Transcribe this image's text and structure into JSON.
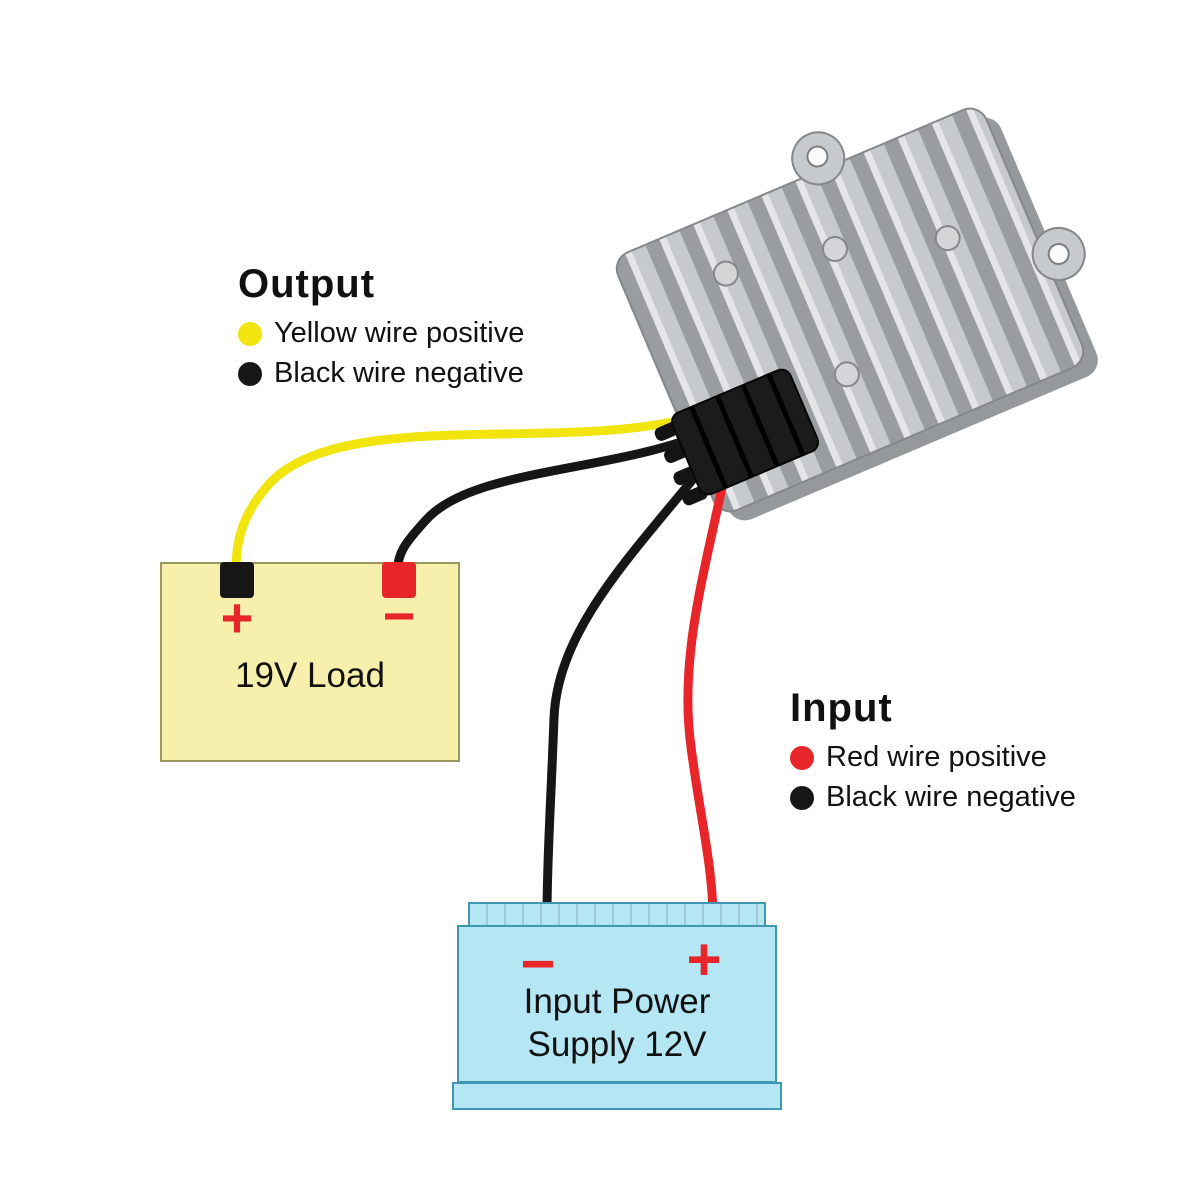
{
  "colors": {
    "yellow_wire": "#f2e50e",
    "black_wire": "#161616",
    "red_wire": "#e8262a",
    "symbol_red": "#e8262a",
    "load_box_bg": "#f6f0ac",
    "supply_box_bg": "#b4e6f4"
  },
  "output_legend": {
    "title": "Output",
    "items": [
      {
        "label": "Yellow wire positive",
        "dot_color": "#f2e50e"
      },
      {
        "label": "Black wire negative",
        "dot_color": "#161616"
      }
    ]
  },
  "input_legend": {
    "title": "Input",
    "items": [
      {
        "label": "Red wire positive",
        "dot_color": "#e8262a"
      },
      {
        "label": "Black wire negative",
        "dot_color": "#161616"
      }
    ]
  },
  "load_box": {
    "label": "19V Load",
    "positive_symbol": "+",
    "negative_symbol": "−"
  },
  "supply_box": {
    "label_line1": "Input Power",
    "label_line2": "Supply 12V",
    "positive_symbol": "+",
    "negative_symbol": "−"
  }
}
